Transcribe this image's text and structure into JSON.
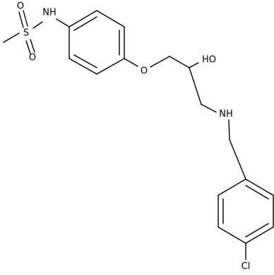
{
  "molecule": {
    "atoms": {
      "nh_top": "N⁠H",
      "s": "S",
      "o_s_up": "O",
      "o_s_down": "O",
      "o_ether": "O",
      "oh": "HO",
      "nh_mid": "NH",
      "cl": "Cl"
    }
  }
}
